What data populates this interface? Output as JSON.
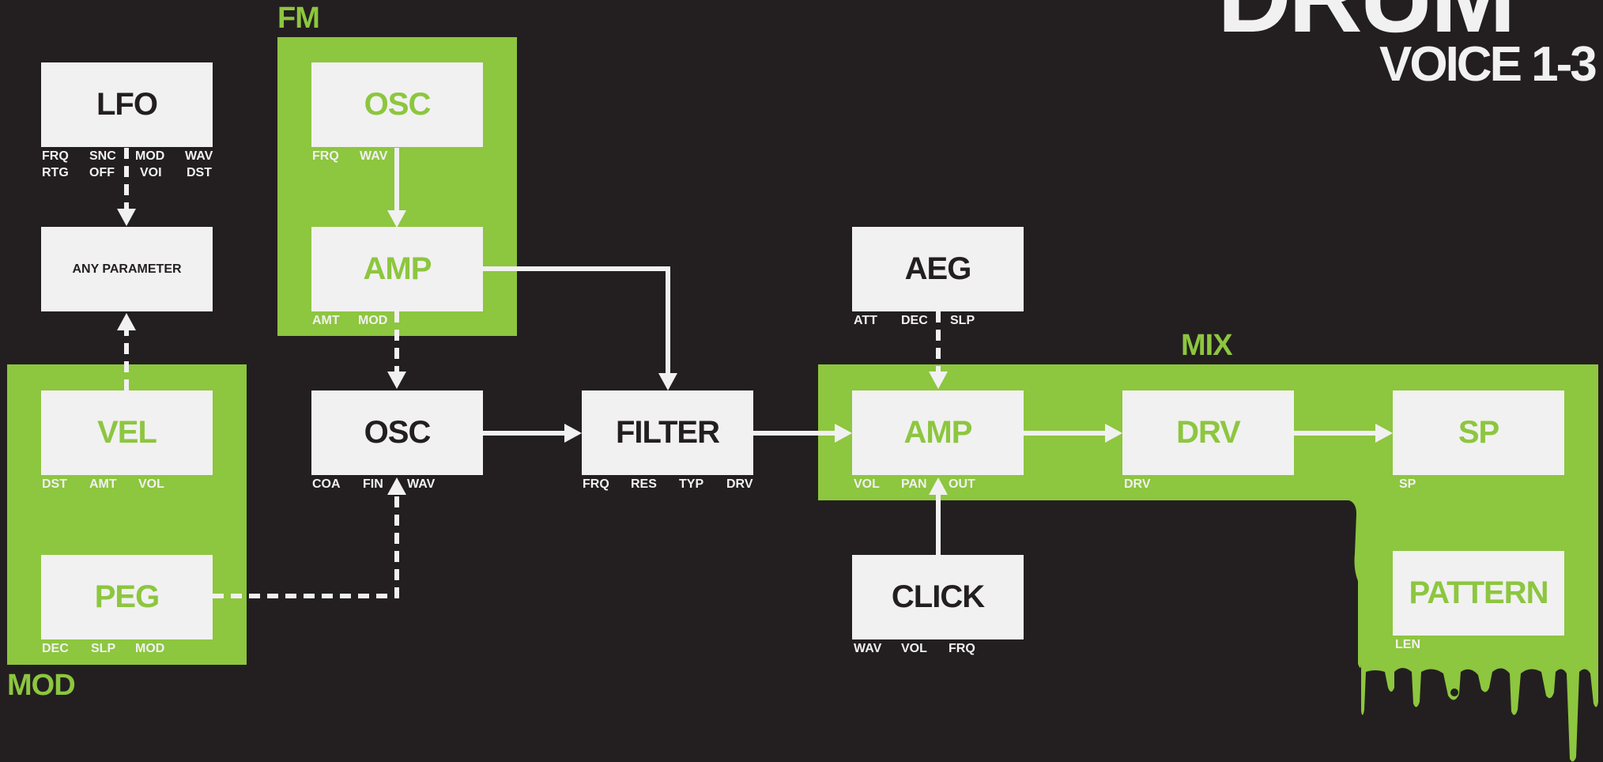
{
  "title": {
    "main": "DRUM",
    "sub": "VOICE 1-3"
  },
  "groups": {
    "fm": "FM",
    "mod": "MOD",
    "mix": "MIX"
  },
  "boxes": {
    "lfo": "LFO",
    "any_parameter": "ANY PARAMETER",
    "vel": "VEL",
    "peg": "PEG",
    "fm_osc": "OSC",
    "fm_amp": "AMP",
    "osc": "OSC",
    "filter": "FILTER",
    "aeg": "AEG",
    "amp": "AMP",
    "drv": "DRV",
    "sp": "SP",
    "click": "CLICK",
    "pattern": "PATTERN"
  },
  "params": {
    "lfo_row1": [
      "FRQ",
      "SNC",
      "MOD",
      "WAV"
    ],
    "lfo_row2": [
      "RTG",
      "OFF",
      "VOI",
      "DST"
    ],
    "vel": [
      "DST",
      "AMT",
      "VOL"
    ],
    "peg": [
      "DEC",
      "SLP",
      "MOD"
    ],
    "fm_osc": [
      "FRQ",
      "WAV"
    ],
    "fm_amp": [
      "AMT",
      "MOD"
    ],
    "osc": [
      "COA",
      "FIN",
      "WAV"
    ],
    "filter": [
      "FRQ",
      "RES",
      "TYP",
      "DRV"
    ],
    "aeg": [
      "ATT",
      "DEC",
      "SLP"
    ],
    "amp": [
      "VOL",
      "PAN",
      "OUT"
    ],
    "drv": [
      "DRV"
    ],
    "sp": [
      "SP"
    ],
    "click": [
      "WAV",
      "VOL",
      "FRQ"
    ],
    "pattern": [
      "LEN"
    ]
  },
  "colors": {
    "background": "#231f20",
    "accent": "#8dc63f",
    "box": "#f1f1f1",
    "dark_text": "#231f20"
  }
}
